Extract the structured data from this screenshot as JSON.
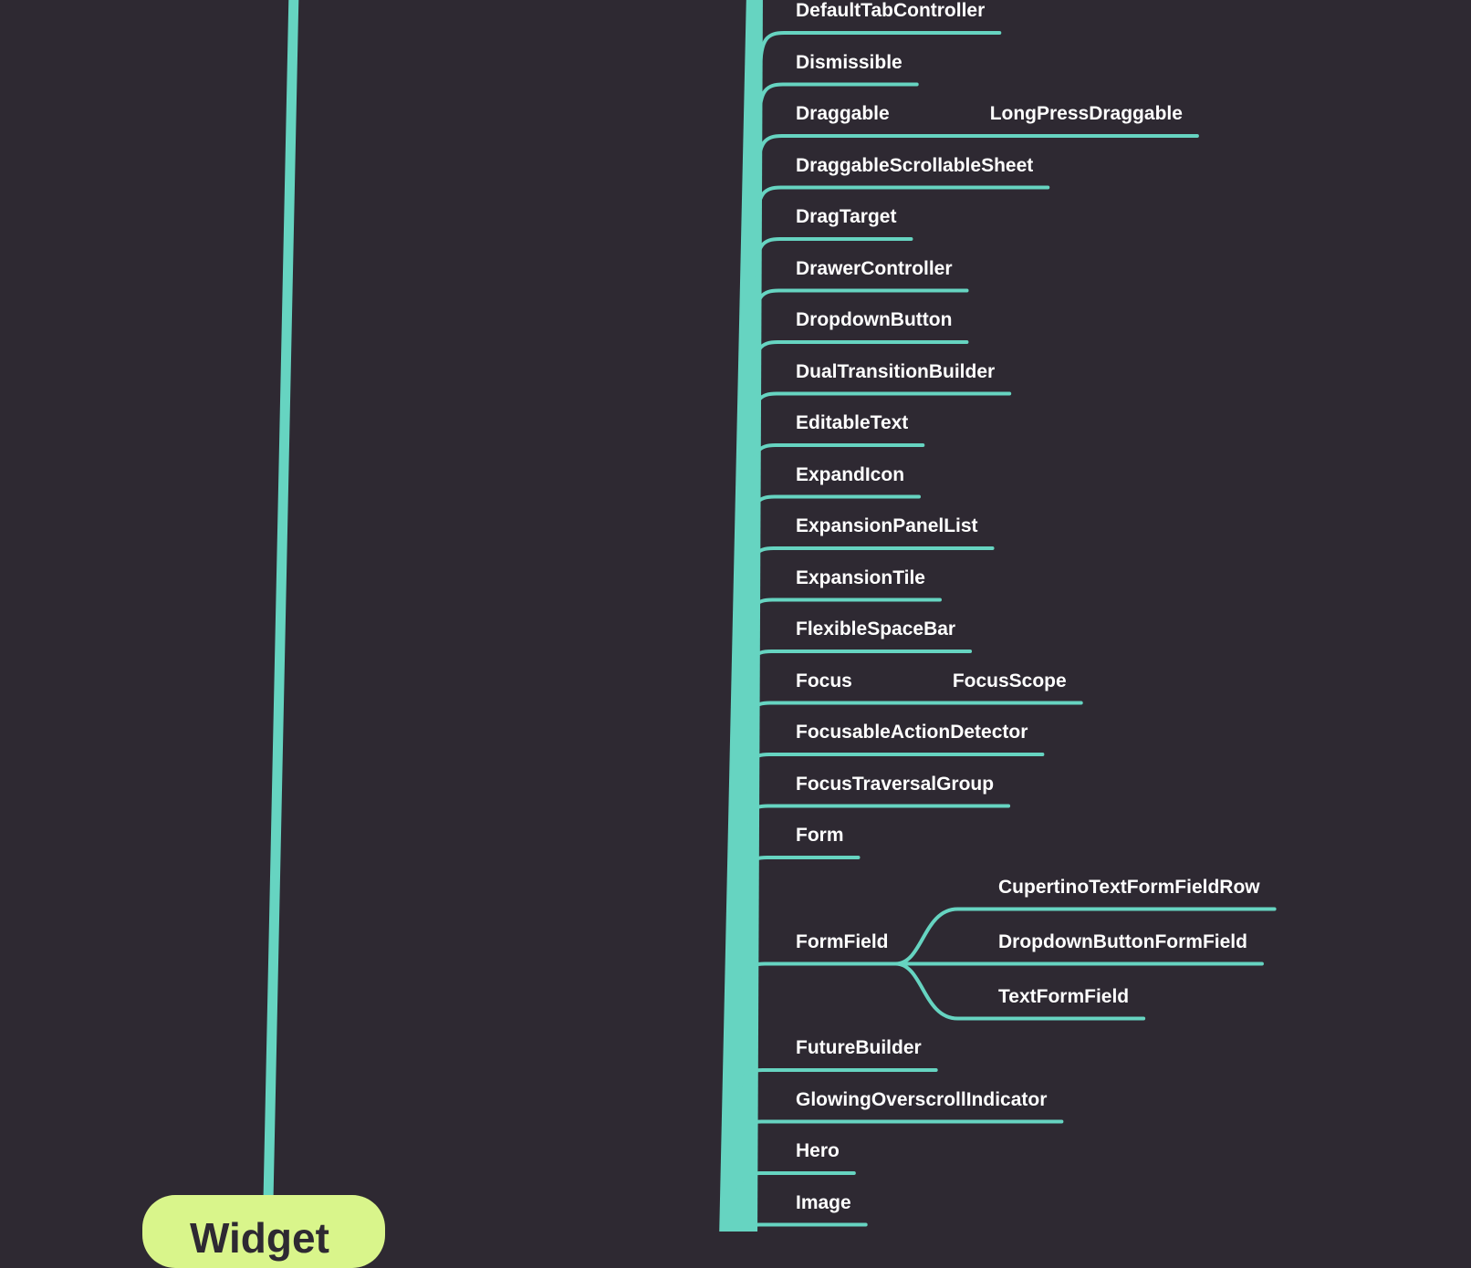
{
  "canvas": {
    "background": "#2e2932"
  },
  "colors": {
    "branch": "#66d4c1",
    "label": "#ffffff",
    "root_fill": "#d9f58b",
    "root_text": "#2e2932"
  },
  "root": {
    "label": "Widget"
  },
  "nodes": [
    {
      "label": "DefaultTabController",
      "children": []
    },
    {
      "label": "Dismissible",
      "children": []
    },
    {
      "label": "Draggable",
      "children": [
        "LongPressDraggable"
      ]
    },
    {
      "label": "DraggableScrollableSheet",
      "children": []
    },
    {
      "label": "DragTarget",
      "children": []
    },
    {
      "label": "DrawerController",
      "children": []
    },
    {
      "label": "DropdownButton",
      "children": []
    },
    {
      "label": "DualTransitionBuilder",
      "children": []
    },
    {
      "label": "EditableText",
      "children": []
    },
    {
      "label": "ExpandIcon",
      "children": []
    },
    {
      "label": "ExpansionPanelList",
      "children": []
    },
    {
      "label": "ExpansionTile",
      "children": []
    },
    {
      "label": "FlexibleSpaceBar",
      "children": []
    },
    {
      "label": "Focus",
      "children": [
        "FocusScope"
      ]
    },
    {
      "label": "FocusableActionDetector",
      "children": []
    },
    {
      "label": "FocusTraversalGroup",
      "children": []
    },
    {
      "label": "Form",
      "children": []
    },
    {
      "label": "FormField",
      "children": [
        "CupertinoTextFormFieldRow",
        "DropdownButtonFormField",
        "TextFormField"
      ]
    },
    {
      "label": "FutureBuilder",
      "children": []
    },
    {
      "label": "GlowingOverscrollIndicator",
      "children": []
    },
    {
      "label": "Hero",
      "children": []
    },
    {
      "label": "Image",
      "children": []
    }
  ]
}
